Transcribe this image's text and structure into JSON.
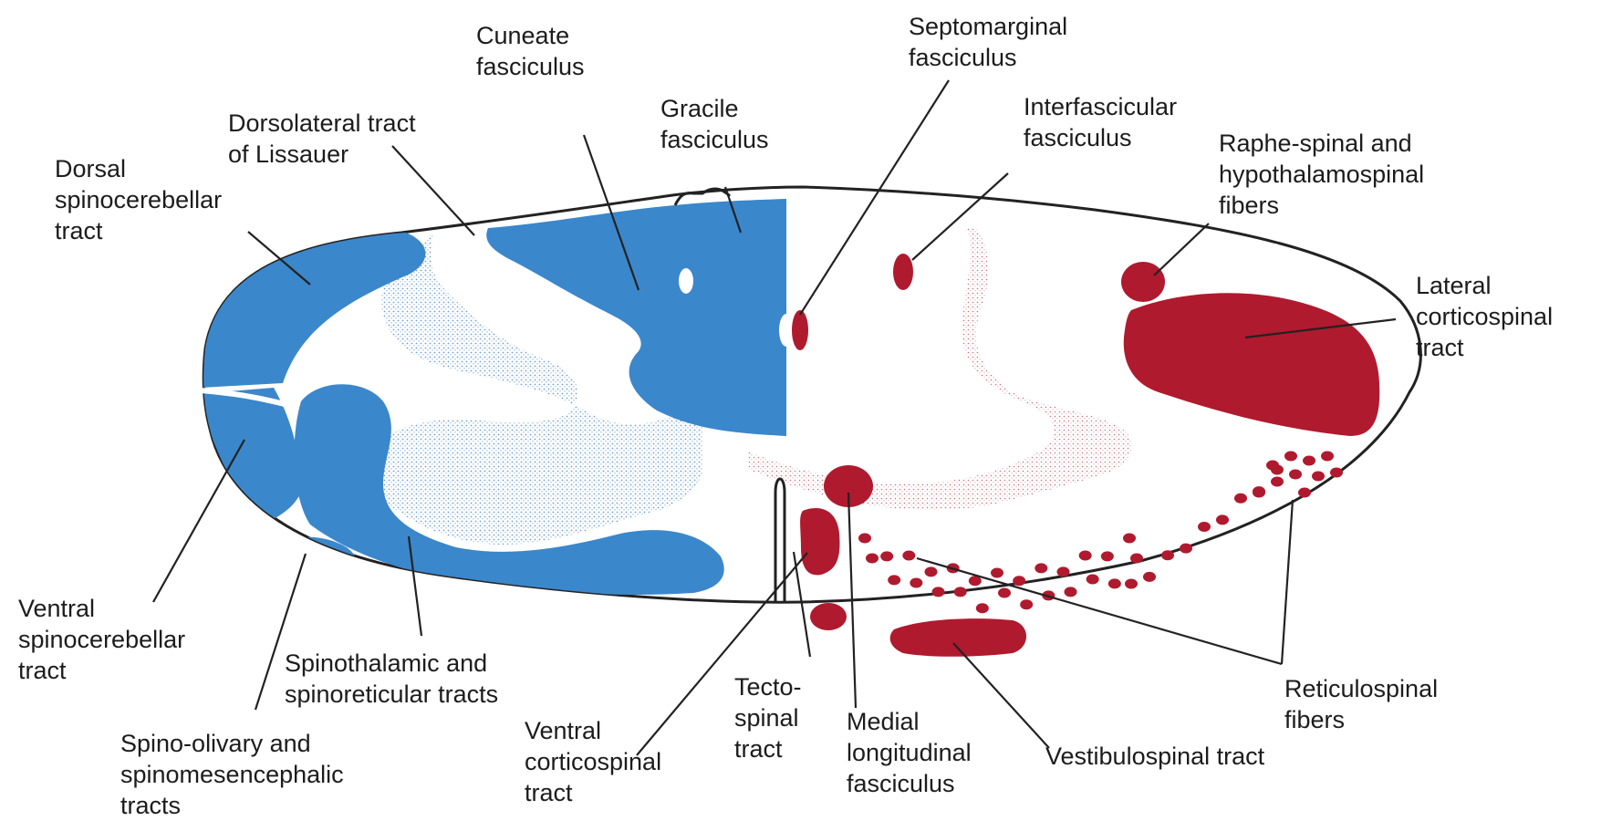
{
  "diagram": {
    "colors": {
      "ascending": "#3b87cb",
      "descending": "#b01a2e",
      "stipple_blue": "#7aa7d4",
      "stipple_red": "#c25a6a",
      "ink": "#1c1c1c"
    },
    "labels": {
      "dorsal_spinocerebellar": [
        "Dorsal",
        "spinocerebellar",
        "tract"
      ],
      "dorsolateral_lissauer": [
        "Dorsolateral tract",
        "of Lissauer"
      ],
      "cuneate": [
        "Cuneate",
        "fasciculus"
      ],
      "gracile": [
        "Gracile",
        "fasciculus"
      ],
      "septomarginal": [
        "Septomarginal",
        "fasciculus"
      ],
      "interfascicular": [
        "Interfascicular",
        "fasciculus"
      ],
      "raphe_spinal": [
        "Raphe-spinal and",
        "hypothalamospinal",
        "fibers"
      ],
      "lateral_corticospinal": [
        "Lateral",
        "corticospinal",
        "tract"
      ],
      "ventral_spinocerebellar": [
        "Ventral",
        "spinocerebellar",
        "tract"
      ],
      "spinothalamic": [
        "Spinothalamic and",
        "spinoreticular tracts"
      ],
      "spino_olivary": [
        "Spino-olivary and",
        "spinomesencephalic",
        "tracts"
      ],
      "ventral_corticospinal": [
        "Ventral",
        "corticospinal",
        "tract"
      ],
      "tectospinal": [
        "Tecto-",
        "spinal",
        "tract"
      ],
      "medial_longitudinal": [
        "Medial",
        "longitudinal",
        "fasciculus"
      ],
      "vestibulospinal": [
        "Vestibulospinal tract"
      ],
      "reticulospinal": [
        "Reticulospinal",
        "fibers"
      ]
    }
  }
}
